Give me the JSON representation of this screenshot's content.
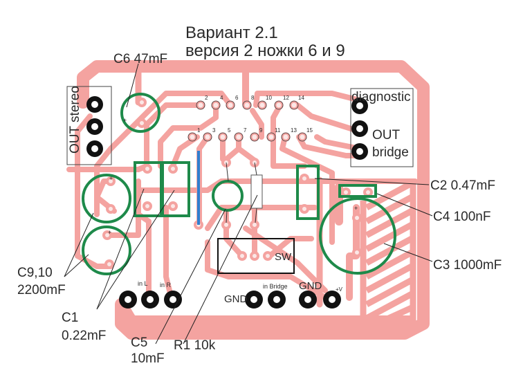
{
  "title": {
    "line1": "Вариант 2.1",
    "line2": "версия 2 ножки 6 и 9"
  },
  "colors": {
    "trace": "#f4a3a0",
    "capacitor_outline": "#1e8a4a",
    "jumper": "#2f7fd0",
    "pad_connector": "#111111",
    "text": "#2a2a2a"
  },
  "connectors": {
    "out_stereo": "OUT stereo",
    "diagnostic": "diagnostic",
    "out_bridge_line1": "OUT",
    "out_bridge_line2": "bridge",
    "in_l": "in L",
    "in_r": "in R",
    "gnd_left": "GND",
    "in_bridge": "in Bridge",
    "gnd_right": "GND",
    "vplus": "+V"
  },
  "chip_pins": {
    "top": [
      "2",
      "4",
      "6",
      "8",
      "10",
      "12",
      "14"
    ],
    "bottom": [
      "1",
      "3",
      "5",
      "7",
      "9",
      "11",
      "13",
      "15"
    ]
  },
  "switch_label": "SW",
  "components": {
    "c6": "C6 47mF",
    "c2": "C2 0.47mF",
    "c4": "C4 100nF",
    "c3": "C3 1000mF",
    "c9_10_line1": "C9,10",
    "c9_10_line2": "2200mF",
    "c1_line1": "C1",
    "c1_line2": "0.22mF",
    "c5_line1": "C5",
    "c5_line2": "10mF",
    "r1": "R1 10k"
  },
  "polarity_mark": "+"
}
